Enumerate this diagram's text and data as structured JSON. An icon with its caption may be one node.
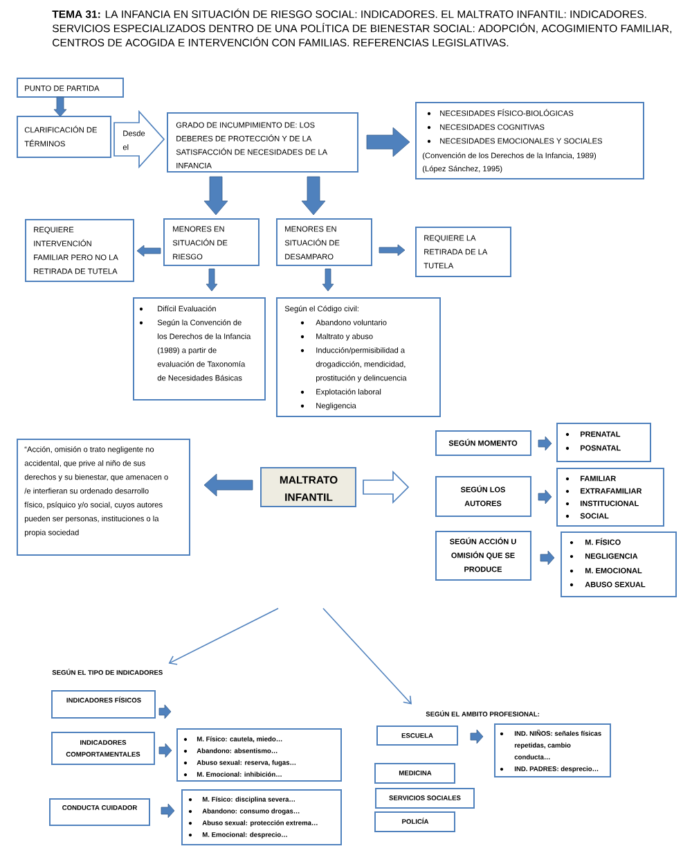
{
  "diagram": {
    "title": "**TEMA 31:** LA INFANCIA EN SITUACIÓN DE RIESGO SOCIAL: INDICADORES. EL MALTRATO INFANTIL: INDICADORES. SERVICIOS ESPECIALIZADOS DENTRO DE UNA POLÍTICA DE BIENESTAR SOCIAL: ADOPCIÓN, ACOGIMIENTO FAMILIAR, CENTROS DE ACOGIDA E INTERVENCIÓN CON FAMILIAS. REFERENCIAS LEGISLATIVAS.",
    "nodes": [
      {
        "text": [
          "PUNTO DE PARTIDA"
        ]
      },
      {
        "text": [
          "CLARIFICACIÓN DE TÉRMINOS"
        ]
      },
      {
        "text": [
          "GRADO DE INCUMPIMIENTO DE: LOS DEBERES DE PROTECCIÓN Y DE LA SATISFACCIÓN DE NECESIDADES DE LA INFANCIA"
        ]
      },
      {
        "text": [
          "NECESIDADES FÍSICO-BIOLÓGICAS",
          "NECESIDADES COGNITIVAS",
          "NECESIDADES EMOCIONALES Y SOCIALES",
          "(Convención de los Derechos de la Infancia, 1989)",
          "(López Sánchez, 1995)"
        ]
      },
      {
        "text": [
          "REQUIERE INTERVENCIÓN FAMILIAR PERO NO LA RETIRADA DE TUTELA"
        ]
      },
      {
        "text": [
          "MENORES EN SITUACIÓN DE RIESGO"
        ]
      },
      {
        "text": [
          "MENORES EN SITUACIÓN DE DESAMPARO"
        ]
      },
      {
        "text": [
          "REQUIERE LA RETIRADA DE LA TUTELA"
        ]
      },
      {
        "text": [
          "Difícil Evaluación",
          "Según la Convención de los Derechos de la Infancia (1989) a partir de evaluación de Taxonomía de Necesidades Básicas"
        ]
      },
      {
        "text": [
          "Según el Código civil:",
          "Abandono voluntario",
          "Maltrato y abuso",
          "Inducción/permisibilidad a drogadicción, mendicidad, prostitución y delincuencia",
          "Explotación laboral",
          "Negligencia"
        ]
      },
      {
        "text": [
          "“Acción, omisión o trato negligente no accidental, que prive al niño de sus derechos y su bienestar, que amenacen o /e interfieran su ordenado desarrollo físico, psíquico y/o social, cuyos autores pueden ser personas, instituciones o la propia sociedad"
        ]
      },
      {
        "text": [
          "MALTRATO INFANTIL"
        ]
      },
      {
        "text": [
          "SEGÚN MOMENTO"
        ]
      },
      {
        "text": [
          "PRENATAL",
          "POSNATAL"
        ]
      },
      {
        "text": [
          "SEGÚN LOS AUTORES"
        ]
      },
      {
        "text": [
          "FAMILIAR",
          "EXTRAFAMILIAR",
          "INSTITUCIONAL",
          "SOCIAL"
        ]
      },
      {
        "text": [
          "SEGÚN ACCIÓN U OMISIÓN QUE SE PRODUCE"
        ]
      },
      {
        "text": [
          "M. FÍSICO",
          "NEGLIGENCIA",
          "M. EMOCIONAL",
          "ABUSO SEXUAL"
        ]
      },
      {
        "text": [
          "SEGÚN EL TIPO DE INDICADORES"
        ]
      },
      {
        "text": [
          "INDICADORES FÍSICOS"
        ]
      },
      {
        "text": [
          "INDICADORES COMPORTAMENTALES"
        ]
      },
      {
        "text": [
          "M. Físico: cautela, miedo…",
          "Abandono: absentismo…",
          "Abuso sexual: reserva, fugas…",
          "M. Emocional: inhibición…"
        ]
      },
      {
        "text": [
          "CONDUCTA CUIDADOR"
        ]
      },
      {
        "text": [
          "M. Físico: disciplina severa…",
          "Abandono: consumo drogas…",
          "Abuso sexual: protección extrema…",
          "M. Emocional: desprecio…"
        ]
      },
      {
        "text": [
          "SEGÚN EL AMBITO PROFESIONAL:"
        ]
      },
      {
        "text": [
          "ESCUELA"
        ]
      },
      {
        "text": [
          "IND. NIÑOS: señales físicas repetidas, cambio conducta…",
          "IND. PADRES: desprecio…"
        ]
      },
      {
        "text": [
          "MEDICINA"
        ]
      },
      {
        "text": [
          "SERVICIOS SOCIALES"
        ]
      },
      {
        "text": [
          "POLICÍA"
        ]
      }
    ],
    "edges": [
      {
        "from": 0,
        "to": 1,
        "arrow": "to"
      },
      {
        "from": 1,
        "to": 2,
        "arrow": "to",
        "label": "Desde el"
      },
      {
        "from": 2,
        "to": 3,
        "arrow": "to"
      },
      {
        "from": 2,
        "to": 5,
        "arrow": "to"
      },
      {
        "from": 2,
        "to": 6,
        "arrow": "to"
      },
      {
        "from": 5,
        "to": 4,
        "arrow": "to"
      },
      {
        "from": 6,
        "to": 7,
        "arrow": "to"
      },
      {
        "from": 5,
        "to": 8,
        "arrow": "to"
      },
      {
        "from": 6,
        "to": 9,
        "arrow": "to"
      },
      {
        "from": 11,
        "to": 10,
        "arrow": "to"
      },
      {
        "from": 11,
        "to": 14,
        "arrow": "to"
      },
      {
        "from": 12,
        "to": 13,
        "arrow": "to"
      },
      {
        "from": 14,
        "to": 15,
        "arrow": "to"
      },
      {
        "from": 16,
        "to": 17,
        "arrow": "to"
      },
      {
        "from": null,
        "to": 18,
        "arrow": "to"
      },
      {
        "from": null,
        "to": 24,
        "arrow": "to"
      },
      {
        "from": 19,
        "to": null,
        "arrow": "to"
      },
      {
        "from": 20,
        "to": 21,
        "arrow": "to"
      },
      {
        "from": 22,
        "to": 23,
        "arrow": "to"
      },
      {
        "from": 25,
        "to": 26,
        "arrow": "to"
      }
    ]
  }
}
